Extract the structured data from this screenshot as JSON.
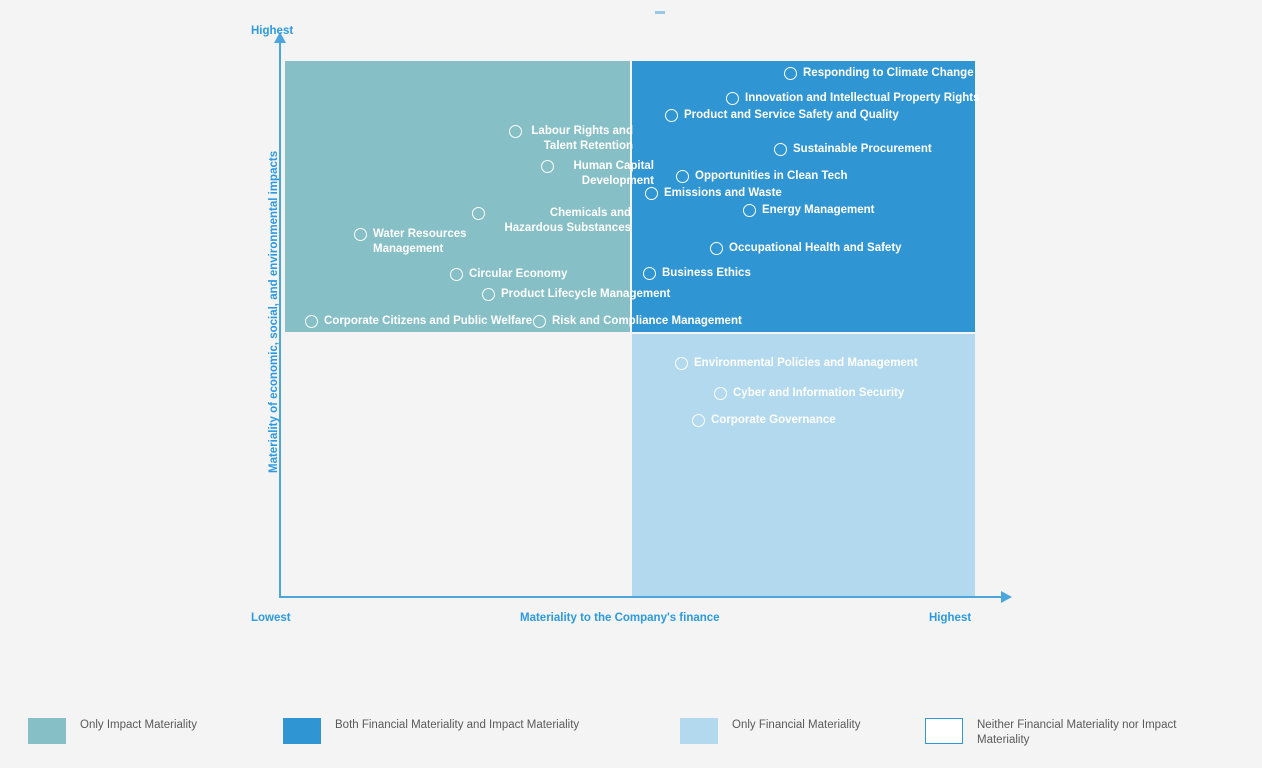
{
  "chart_data": {
    "type": "scatter",
    "title": "",
    "xlabel": "Materiality to the Company's finance",
    "ylabel": "Materiality of economic, social, and environmental impacts",
    "x_low_label": "Lowest",
    "x_high_label": "Highest",
    "y_high_label": "Highest",
    "xlim": [
      0,
      100
    ],
    "ylim": [
      0,
      100
    ],
    "grid": false,
    "legend_position": "bottom",
    "quadrants": [
      {
        "key": "impact",
        "name": "Only Impact Materiality",
        "color": "#86bfc6",
        "x_range": [
          0,
          50
        ],
        "y_range": [
          50,
          100
        ]
      },
      {
        "key": "both",
        "name": "Both Financial Materiality and Impact Materiality",
        "color": "#2f95d3",
        "x_range": [
          50,
          100
        ],
        "y_range": [
          50,
          100
        ]
      },
      {
        "key": "financial",
        "name": "Only Financial Materiality",
        "color": "#b3d9ee",
        "x_range": [
          50,
          100
        ],
        "y_range": [
          0,
          50
        ]
      },
      {
        "key": "neither",
        "name": "Neither Financial Materiality nor Impact Materiality",
        "color": "#ffffff",
        "x_range": [
          0,
          50
        ],
        "y_range": [
          0,
          50
        ]
      }
    ],
    "points": [
      {
        "label": "Responding to Climate Change",
        "quadrant": "both",
        "x": 73,
        "y": 97
      },
      {
        "label": "Innovation and Intellectual Property Rights",
        "quadrant": "both",
        "x": 67,
        "y": 93
      },
      {
        "label": "Product and Service Safety and Quality",
        "quadrant": "both",
        "x": 57,
        "y": 89
      },
      {
        "label": "Sustainable Procurement",
        "quadrant": "both",
        "x": 70,
        "y": 84
      },
      {
        "label": "Opportunities in Clean Tech",
        "quadrant": "both",
        "x": 59,
        "y": 78
      },
      {
        "label": "Emissions and Waste",
        "quadrant": "both",
        "x": 55,
        "y": 76
      },
      {
        "label": "Energy Management",
        "quadrant": "both",
        "x": 64,
        "y": 72
      },
      {
        "label": "Occupational Health and Safety",
        "quadrant": "both",
        "x": 61,
        "y": 65
      },
      {
        "label": "Business Ethics",
        "quadrant": "both",
        "x": 54,
        "y": 61
      },
      {
        "label": "Labour Rights and Talent Retention",
        "quadrant": "impact",
        "x": 33,
        "y": 88
      },
      {
        "label": "Human Capital Development",
        "quadrant": "impact",
        "x": 38,
        "y": 82
      },
      {
        "label": "Chemicals and Hazardous Substances",
        "quadrant": "impact",
        "x": 28,
        "y": 74
      },
      {
        "label": "Water Resources Management",
        "quadrant": "impact",
        "x": 12,
        "y": 71
      },
      {
        "label": "Circular Economy",
        "quadrant": "impact",
        "x": 24,
        "y": 65
      },
      {
        "label": "Product Lifecycle Management",
        "quadrant": "impact",
        "x": 29,
        "y": 62
      },
      {
        "label": "Corporate Citizens and Public Welfare",
        "quadrant": "impact",
        "x": 4,
        "y": 58
      },
      {
        "label": "Risk and Compliance Management",
        "quadrant": "impact",
        "x": 37,
        "y": 58
      },
      {
        "label": "Environmental Policies and Management",
        "quadrant": "financial",
        "x": 57,
        "y": 44
      },
      {
        "label": "Cyber and Information Security",
        "quadrant": "financial",
        "x": 63,
        "y": 40
      },
      {
        "label": "Corporate Governance",
        "quadrant": "financial",
        "x": 60,
        "y": 36
      }
    ]
  },
  "axes": {
    "y_top": "Highest",
    "y_title": "Materiality of economic, social, and environmental impacts",
    "x_left": "Lowest",
    "x_title": "Materiality to the Company's finance",
    "x_right": "Highest"
  },
  "points": {
    "p0": "Responding to Climate Change",
    "p1": "Innovation and Intellectual Property Rights",
    "p2": "Product and Service Safety and Quality",
    "p3": "Sustainable Procurement",
    "p4": "Opportunities in Clean Tech",
    "p5": "Emissions and Waste",
    "p6": "Energy Management",
    "p7": "Occupational Health and Safety",
    "p8": "Business Ethics",
    "p9a": "Labour Rights and",
    "p9b": "Talent Retention",
    "p10a": "Human Capital",
    "p10b": "Development",
    "p11a": "Chemicals and",
    "p11b": "Hazardous Substances",
    "p12a": "Water Resources",
    "p12b": "Management",
    "p13": "Circular Economy",
    "p14": "Product Lifecycle Management",
    "p15": "Corporate Citizens and Public Welfare",
    "p16": "Risk and Compliance Management",
    "p17": "Environmental Policies and Management",
    "p18": "Cyber and Information Security",
    "p19": "Corporate Governance"
  },
  "legend": {
    "items": [
      {
        "label": "Only Impact Materiality",
        "color": "#86bfc6",
        "style": "fill"
      },
      {
        "label": "Both Financial Materiality and Impact Materiality",
        "color": "#2f95d3",
        "style": "fill"
      },
      {
        "label": "Only Financial Materiality",
        "color": "#b3d9ee",
        "style": "fill"
      },
      {
        "label": "Neither Financial Materiality nor Impact Materiality",
        "color": "#ffffff",
        "style": "outline"
      }
    ],
    "l0": "Only Impact Materiality",
    "l1": "Both Financial Materiality and Impact Materiality",
    "l2": "Only Financial Materiality",
    "l3": "Neither Financial Materiality nor Impact Materiality"
  },
  "colors": {
    "teal": "#86bfc6",
    "blue": "#2f95d3",
    "light_blue": "#b3d9ee",
    "axis": "#2b9ae0",
    "background": "#f4f4f4"
  }
}
